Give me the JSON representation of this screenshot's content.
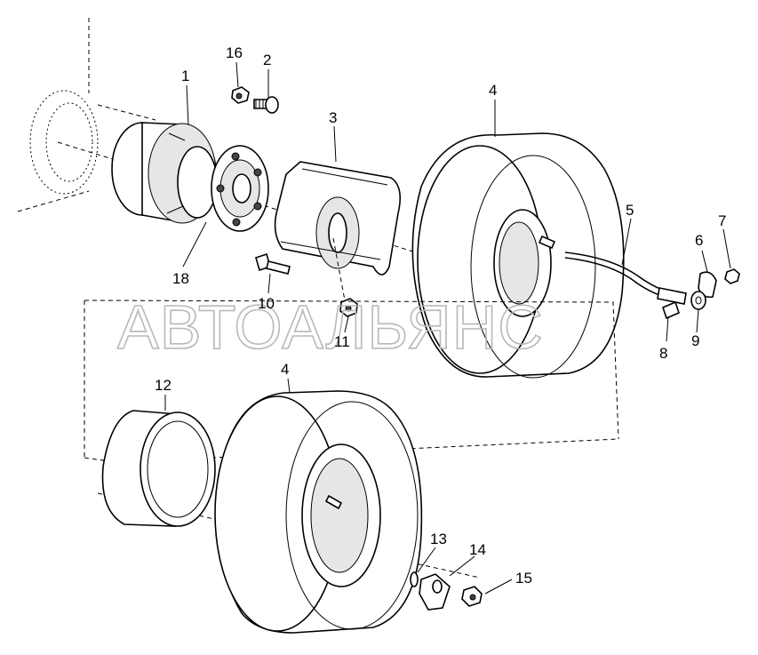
{
  "watermark": "АВТОАЛЬЯНС",
  "callouts": {
    "c1": "1",
    "c2": "2",
    "c3": "3",
    "c4a": "4",
    "c4b": "4",
    "c5": "5",
    "c6": "6",
    "c7": "7",
    "c8": "8",
    "c9": "9",
    "c10": "10",
    "c11": "11",
    "c12": "12",
    "c13": "13",
    "c14": "14",
    "c15": "15",
    "c16": "16",
    "c18": "18"
  }
}
